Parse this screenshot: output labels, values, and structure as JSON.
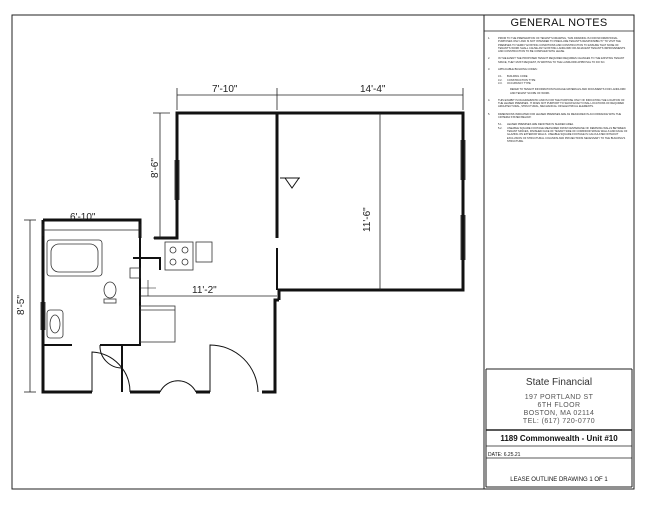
{
  "general_notes": {
    "title": "GENERAL NOTES",
    "items": [
      {
        "num": "1.",
        "text": "PRIOR TO THE PREPARATION OF TENANT'S DRAWING, THIS DRAWING IS FOR INFORMATIONAL PURPOSES ONLY AND IS NOT INTENDED TO PRECLUDE TENANT'S RESPONSIBILITY TO VISIT THE PREMISES TO VERIFY EXISTING CONDITIONS AND CONSTRUCTION TO ENSURE THAT NONE OF TENANT'S WORK SHALL CAUSE ANY EXISTING LANDLORD OR ADJACENT TENANT'S IMPROVEMENTS AND CONSTRUCTION TO BE COMPLIED WITH LEASE."
      },
      {
        "num": "2.",
        "text": "IN THE EVENT THE PROPOSED TENANT REQUIRED REQUIRES CHANGES TO THE EXISTING TENANT SPACE, THEY MUST REQUEST, IN WRITING TO THE LANDLORD APPROVAL TO DO SO."
      },
      {
        "num": "3.",
        "text": "APPLICABLE BUILDING CODES:",
        "subs": [
          {
            "num": "3.1.",
            "text": "BUILDING CODE"
          },
          {
            "num": "3.2.",
            "text": "CONSTRUCTION TYPE"
          },
          {
            "num": "3.3.",
            "text": "OCCUPANCY TYPE"
          }
        ],
        "after": "REFER TO TENANT INFORMATION PACKAGE MATERIALS AND DOCUMENTS FOR LANDLORD AND TENANT SCOPE OF WORK."
      },
      {
        "num": "4.",
        "text": "THIS EXHIBIT IS DIAGRAMMATIC AND IS FOR THE PURPOSE ONLY OF INDICATING THE LOCATION OF THE LEASED PREMISES. IT DOES NOT PURPORT TO SHOW EXACT FINAL LOCATIONS OF REQUIRED ARCHITECTURAL, STRUCTURAL, MECHANICAL OR ELECTRICAL ELEMENTS."
      },
      {
        "num": "5.",
        "text": "DIMENSIONS INDICATED FOR LEASED PREMISES ARE AS MEASURED IN ACCORDANCE WITH THE CRITERIA STATED BELOW:",
        "subs": [
          {
            "num": "5.1.",
            "text": "LEASED PREMISES ARE DENOTED IN SHADED AREA."
          },
          {
            "num": "5.2.",
            "text": "USEABLE SQUARE FOOTAGE MEASURED FROM CENTERLINE OF DEMISING WALLS BETWEEN TENANT SPACES, FINISHED FACE OF TENANT SIDE OF CORRIDOR SPACE WALLS AND FACE OF GLAZING ON EXTERIOR WALLS. USEABLE SQUARE FOOTAGE IS CALCULATED WITHOUT EXCLUSION OF STRUCTURAL COLUMNS AND PROJECTIONS NECESSARY TO THE BUILDING'S STRUCTURE."
          }
        ]
      }
    ]
  },
  "company": {
    "name": "State Financial",
    "address1": "197 PORTLAND ST",
    "address2": "6TH FLOOR",
    "city": "BOSTON, MA 02114",
    "phone": "TEL: (617) 720-0770"
  },
  "project": "1189 Commonwealth - Unit #10",
  "date_label": "DATE:",
  "date_value": "6.25.21",
  "drawing_no": "LEASE OUTLINE DRAWING 1 OF 1",
  "dimensions": {
    "top_left": "7'-10\"",
    "top_right": "14'-4\"",
    "kitchen_depth": "8'-6\"",
    "living_depth": "11'-6\"",
    "bath_width": "6'-10\"",
    "bath_depth": "8'-5\"",
    "kitchen_width": "11'-2\""
  }
}
